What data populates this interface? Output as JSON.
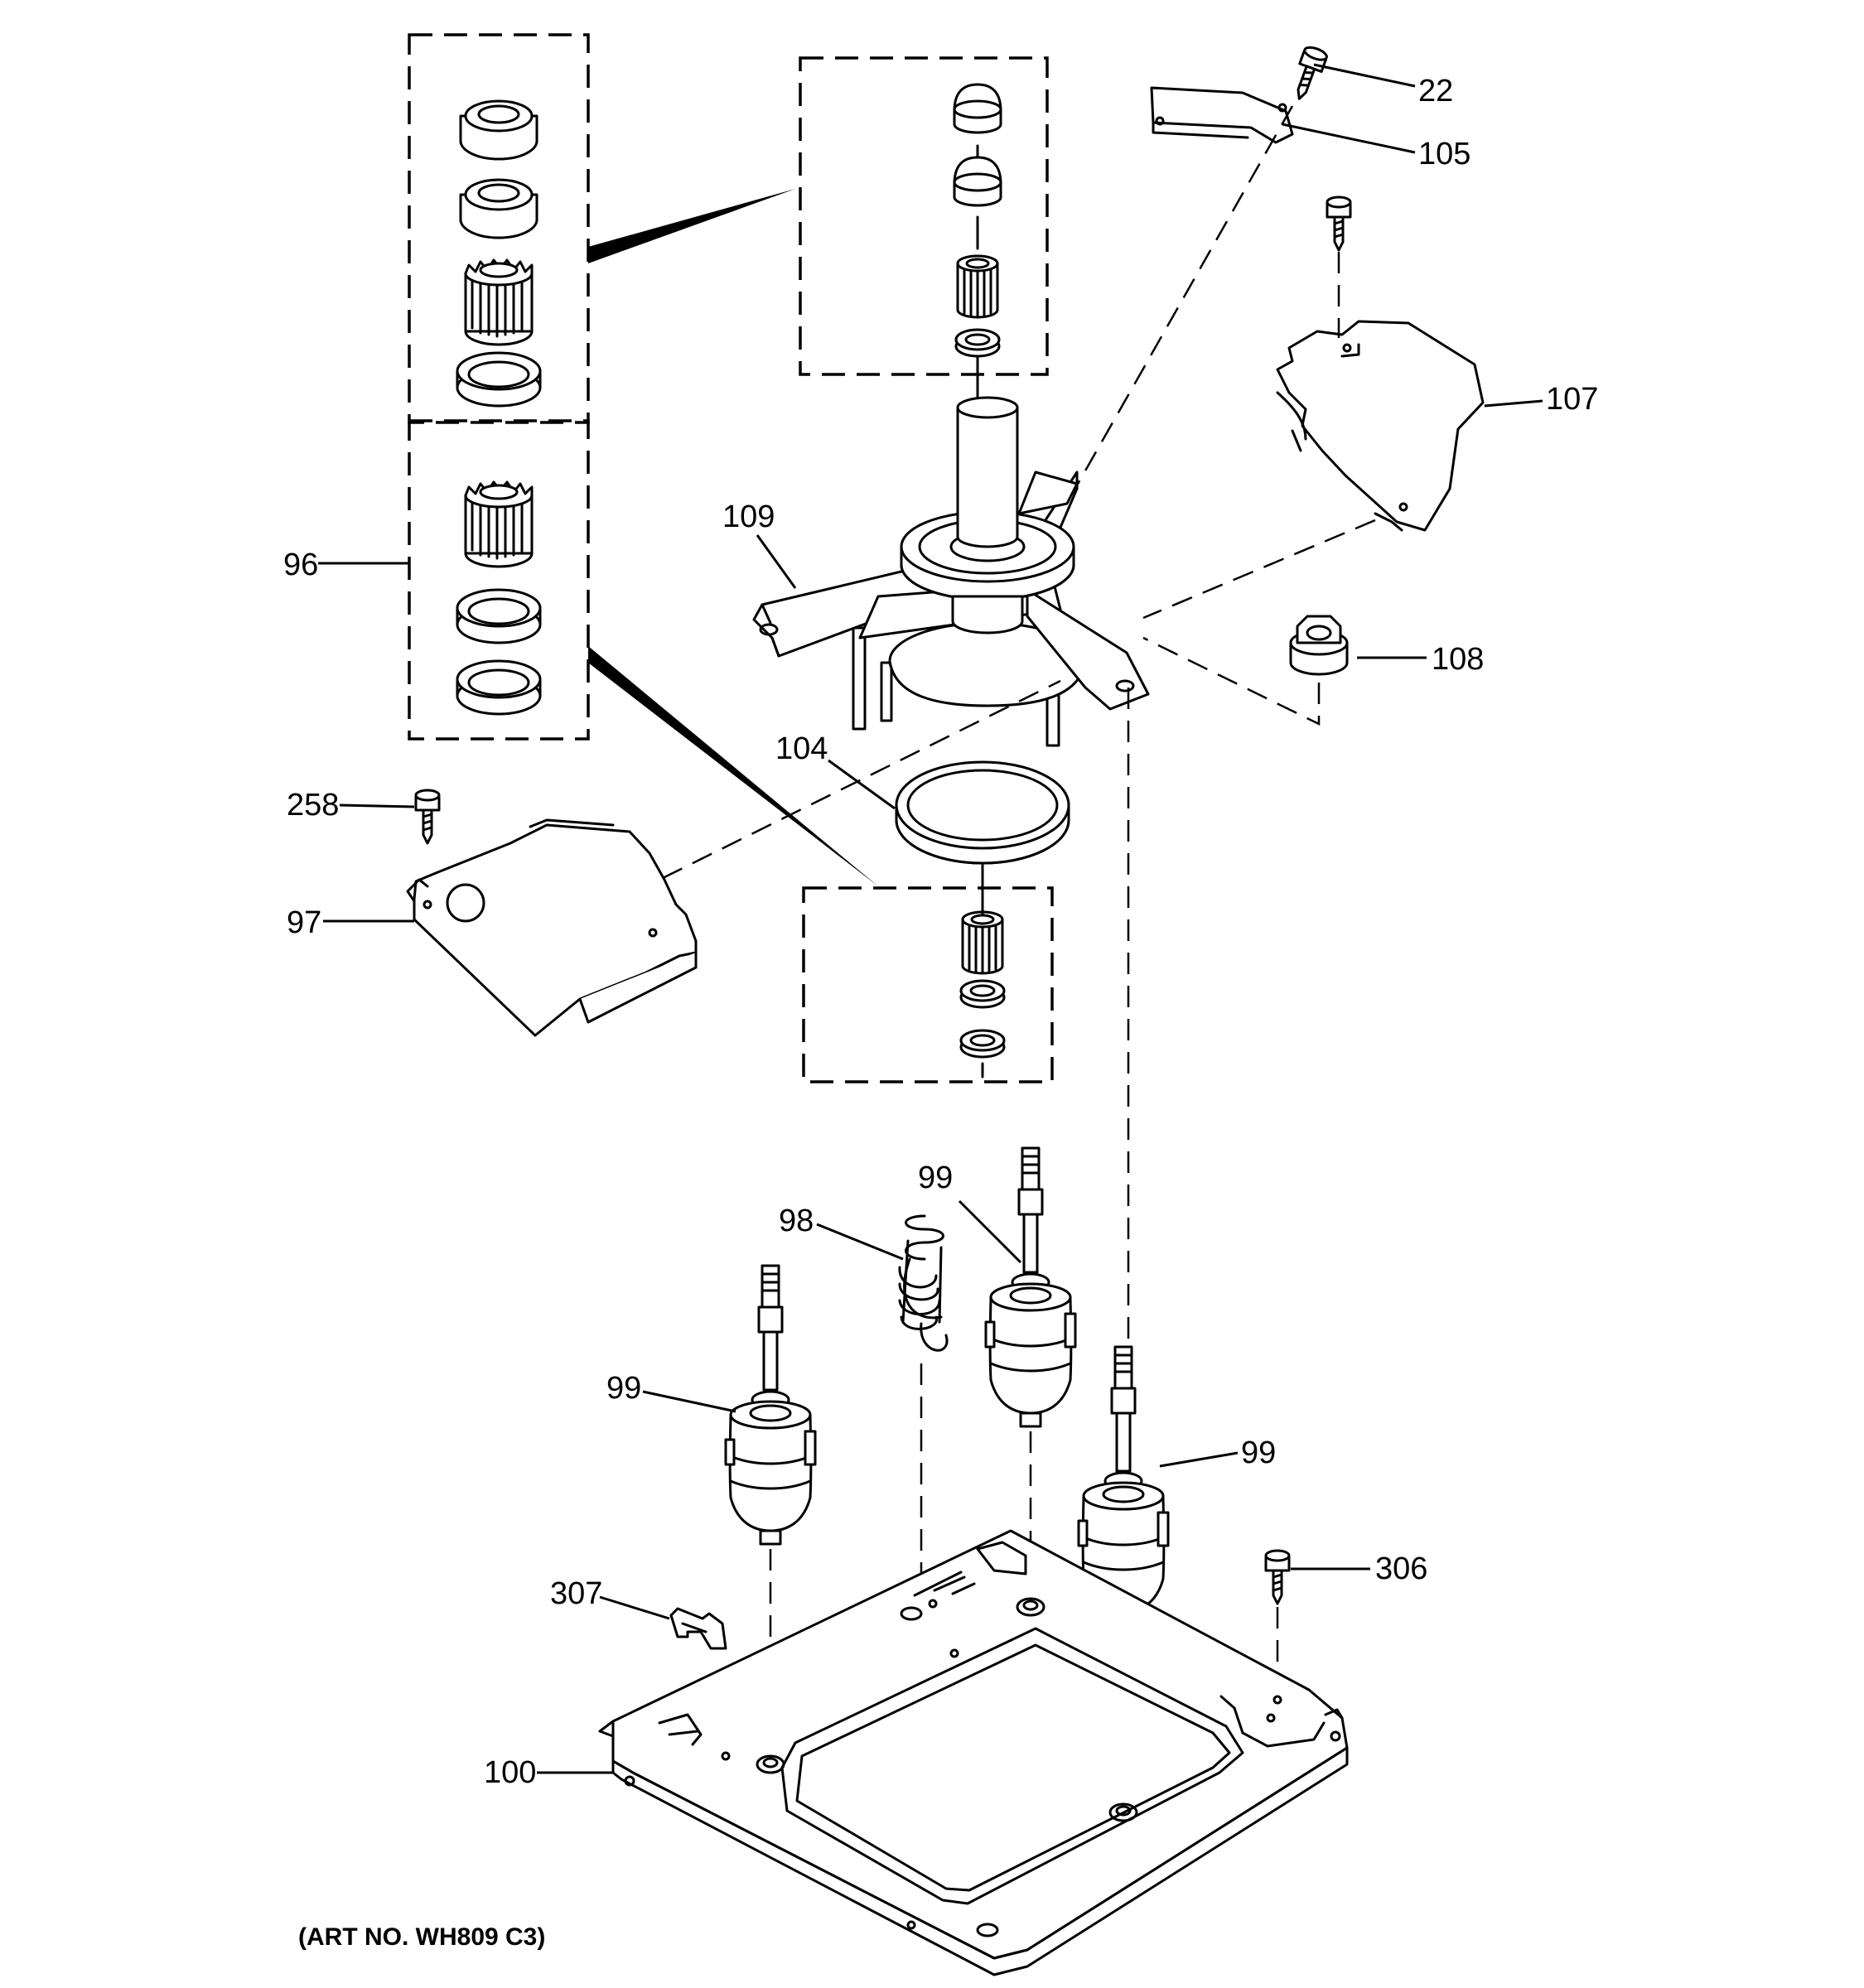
{
  "diagram": {
    "art_number": "(ART NO. WH809 C3)",
    "callouts": {
      "c22": "22",
      "c105": "105",
      "c107": "107",
      "c109": "109",
      "c96": "96",
      "c108": "108",
      "c104": "104",
      "c258": "258",
      "c97": "97",
      "c99a": "99",
      "c98": "98",
      "c99b": "99",
      "c99c": "99",
      "c307": "307",
      "c306": "306",
      "c100": "100"
    }
  }
}
